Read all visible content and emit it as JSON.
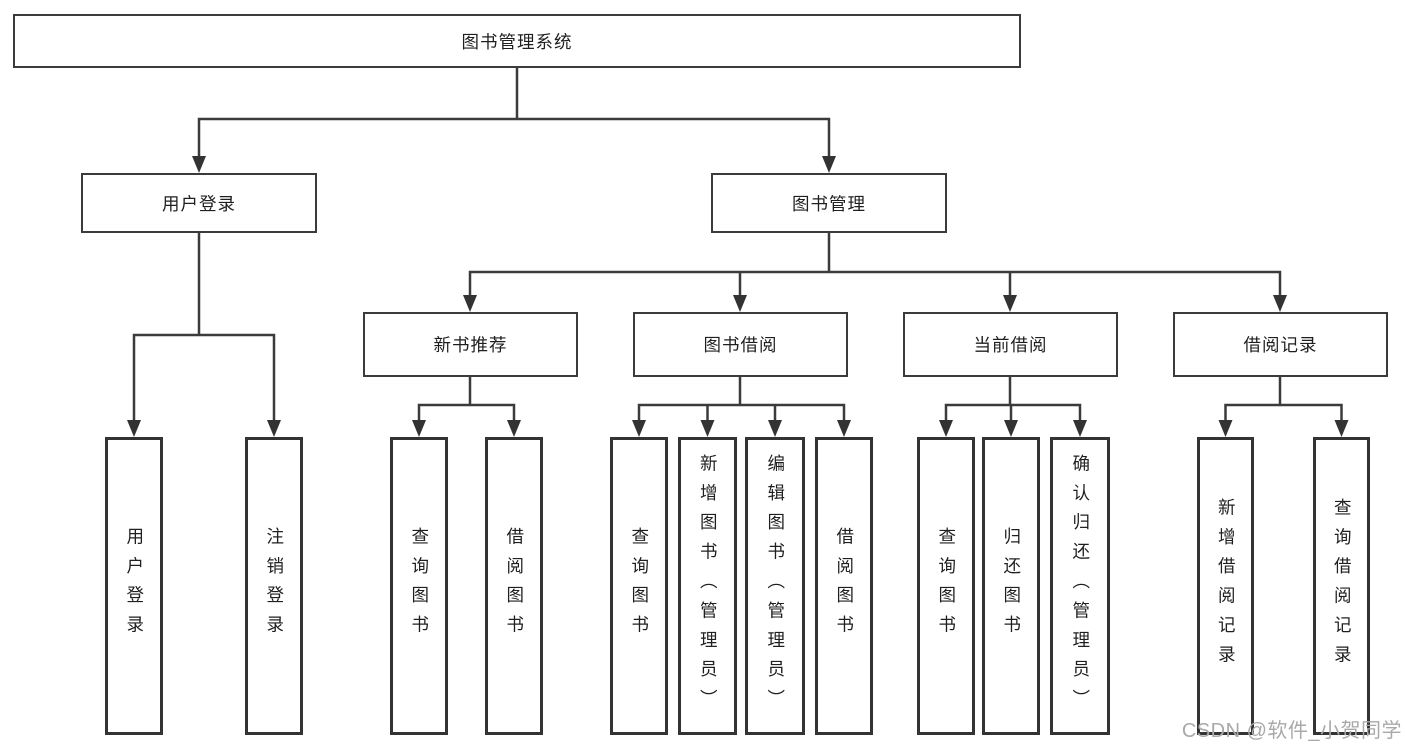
{
  "diagram": {
    "root": "图书管理系统",
    "branches": {
      "user_login": {
        "label": "用户登录",
        "children": [
          "用户登录",
          "注销登录"
        ]
      },
      "book_mgmt": {
        "label": "图书管理",
        "sections": {
          "new_book": {
            "label": "新书推荐",
            "children": [
              "查询图书",
              "借阅图书"
            ]
          },
          "borrow": {
            "label": "图书借阅",
            "children": [
              "查询图书",
              "新增图书（管理员）",
              "编辑图书（管理员）",
              "借阅图书"
            ]
          },
          "current": {
            "label": "当前借阅",
            "children": [
              "查询图书",
              "归还图书",
              "确认归还（管理员）"
            ]
          },
          "records": {
            "label": "借阅记录",
            "children": [
              "新增借阅记录",
              "查询借阅记录"
            ]
          }
        }
      }
    }
  },
  "watermark": "CSDN @软件_小贺同学",
  "colors": {
    "line": "#3b3b3b",
    "arrow": "#333333",
    "text": "#1f1f1f",
    "watermark": "#a9a9a9",
    "background": "#ffffff"
  }
}
